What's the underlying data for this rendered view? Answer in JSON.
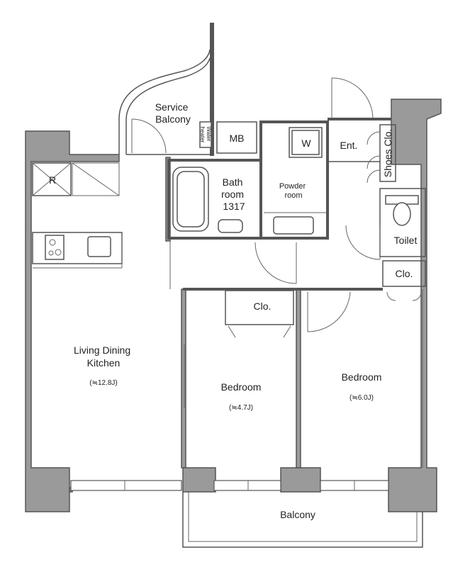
{
  "rooms": {
    "service_balcony": "Service\nBalcony",
    "water_heater": "Water\nheater",
    "mb": "MB",
    "bathroom": "Bath\nroom\n1317",
    "washer": "W",
    "powder_room": "Powder\nroom",
    "entrance": "Ent.",
    "shoes_closet": "Shoes Clo.",
    "toilet": "Toilet",
    "closet_hall": "Clo.",
    "closet_bedroom": "Clo.",
    "refrigerator": "R",
    "ldk": "Living Dining\nKitchen",
    "ldk_size": "(≒12.8J)",
    "bedroom1": "Bedroom",
    "bedroom1_size": "(≒4.7J)",
    "bedroom2": "Bedroom",
    "bedroom2_size": "(≒6.0J)",
    "balcony": "Balcony"
  },
  "colors": {
    "wall_fill": "#9a9a9a",
    "line": "#555555",
    "background": "#ffffff"
  }
}
